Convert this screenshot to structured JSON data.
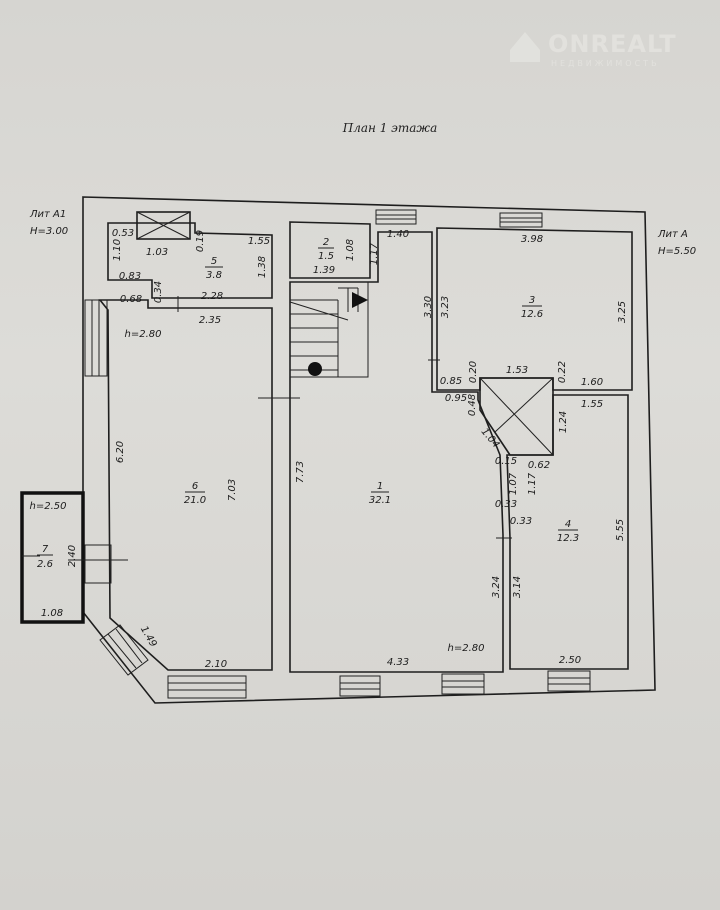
{
  "watermark": {
    "brand": "ONREALT",
    "subtitle": "НЕДВИЖИМОСТЬ"
  },
  "title": "План 1 этажа",
  "lit_a1": {
    "name": "Лит А1",
    "height": "H=3.00"
  },
  "lit_a": {
    "name": "Лит А",
    "height": "H=5.50"
  },
  "rooms": [
    {
      "number": "1",
      "area": "32.1"
    },
    {
      "number": "2",
      "area": "1.5"
    },
    {
      "number": "3",
      "area": "12.6"
    },
    {
      "number": "4",
      "area": "12.3"
    },
    {
      "number": "5",
      "area": "3.8"
    },
    {
      "number": "6",
      "area": "21.0"
    },
    {
      "number": "7",
      "area": "2.6"
    }
  ],
  "dims": [
    "0.53",
    "1.03",
    "0.19",
    "1.55",
    "1.10",
    "0.83",
    "0.34",
    "1.38",
    "0.68",
    "2.28",
    "2.35",
    "h=2.80",
    "1.08",
    "1.17",
    "1.39",
    "1.40",
    "3.98",
    "3.30",
    "3.23",
    "3.25",
    "0.85",
    "0.20",
    "1.53",
    "0.22",
    "1.60",
    "0.95",
    "0.48",
    "1.55",
    "1.24",
    "1.04",
    "0.15",
    "0.62",
    "1.07",
    "1.17",
    "0.33",
    "0.33",
    "5.55",
    "3.24",
    "3.14",
    "2.50",
    "7.73",
    "4.33",
    "h=2.80",
    "6.20",
    "7.03",
    "2.10",
    "1.49",
    "h=2.50",
    "2.40",
    "1.08"
  ]
}
